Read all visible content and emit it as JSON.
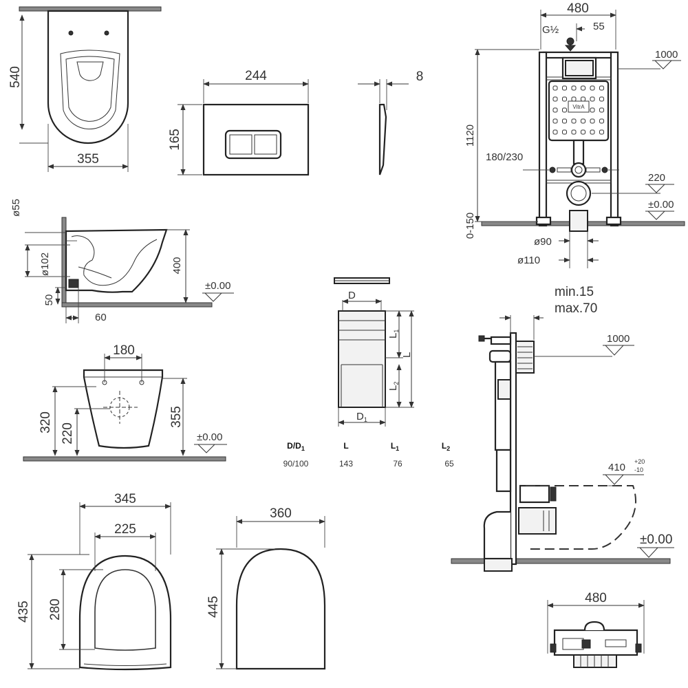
{
  "views": {
    "bowl_top": {
      "depth": "540",
      "width": "355"
    },
    "flush_plate": {
      "width": "244",
      "height": "165",
      "thickness": "8"
    },
    "frame_front": {
      "width": "480",
      "inlet_label": "G½",
      "inlet_offset": "55",
      "height": "1120",
      "top_level": "1000",
      "outlet_spacing": "180/230",
      "outlet_level": "220",
      "floor_level": "±0.00",
      "floor_range": "0-150",
      "pipe_d1": "ø90",
      "pipe_d2": "ø110"
    },
    "bowl_side": {
      "outlet_diameter": "ø55",
      "drain_diameter": "ø102",
      "height": "400",
      "drain_height": "50",
      "drain_offset": "60",
      "floor_level": "±0.00"
    },
    "bowl_front": {
      "hole_spacing": "180",
      "height": "320",
      "outlet_height": "220",
      "total_height": "355",
      "floor_level": "±0.00"
    },
    "pipe_detail": {
      "label_D": "D",
      "label_L": "L",
      "label_L1": "L",
      "label_L2": "L",
      "label_D1": "D",
      "sub_1": "1",
      "sub_2": "2",
      "table": {
        "headers": [
          "D/D",
          "L",
          "L",
          "L"
        ],
        "header_subs": [
          "1",
          "",
          "1",
          "2"
        ],
        "values": [
          "90/100",
          "143",
          "76",
          "65"
        ]
      }
    },
    "frame_side": {
      "wall_min": "min.15",
      "wall_max": "max.70",
      "top_level": "1000",
      "seat_height": "410",
      "seat_tol_plus": "+20",
      "seat_tol_minus": "-10",
      "floor_level": "±0.00"
    },
    "seat_open": {
      "outer_width": "345",
      "inner_width": "225",
      "outer_depth": "435",
      "inner_depth": "280"
    },
    "seat_closed": {
      "width": "360",
      "depth": "445"
    },
    "frame_top": {
      "width": "480"
    },
    "brand_logo": "VitrA"
  }
}
